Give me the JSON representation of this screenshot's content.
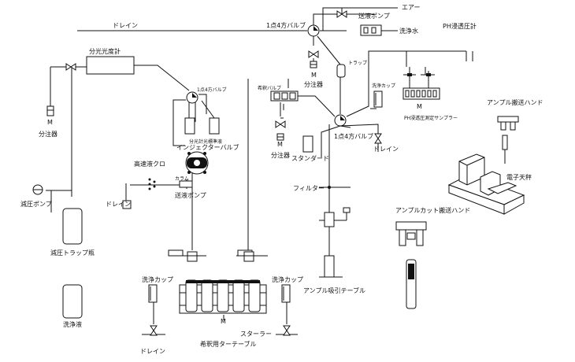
{
  "labels": {
    "air": "エアー",
    "pump_top": "送液ポンプ",
    "wash_water": "洗浄水",
    "ph_meter": "PH浸透圧計",
    "drain_top": "ドレイン",
    "valve_4way_top": "1点4方バルブ",
    "spectrometer": "分光光度計",
    "dispenser_left": "分注器",
    "m_left": "M",
    "valve_4way_mid": "1点4方バルブ",
    "dilution_valve": "希釈バルブ",
    "trap": "トラップ",
    "wash_cup_right": "洗浄カップ",
    "m_top": "M",
    "dispenser_top": "分注器",
    "ph_sampler": "PH浸透圧測定サンプラー",
    "m_sampler": "M",
    "ampoule_hand": "アンプル搬送ハンド",
    "spectro_std": "分光計光標準液",
    "injector_valve": "インジェクターバルブ",
    "valve_4way_right": "1点4方バルブ",
    "drain_right": "ドレイン",
    "m_mid": "M",
    "dispenser_mid": "分注器",
    "standard": "スタンダード",
    "hplc": "高速液クロ",
    "column": "カラム",
    "balance": "電子天秤",
    "drain_mid": "ドレイン",
    "pump_mid": "送液ポンプ",
    "filter": "フィルター",
    "vacuum_pump": "減圧ポンプ",
    "ampoule_cut_hand": "アンプルカット搬送ハンド",
    "vacuum_trap": "減圧トラップ瓶",
    "wash_cup_bl": "洗浄カップ",
    "wash_cup_br": "洗浄カップ",
    "ampoule_table": "アンプル吸引テーブル",
    "wash_liquid": "洗浄液",
    "m_bottom": "M",
    "stirrer": "スターラー",
    "dilution_table": "希釈用ターテーブル",
    "drain_bottom": "ドレイン"
  }
}
